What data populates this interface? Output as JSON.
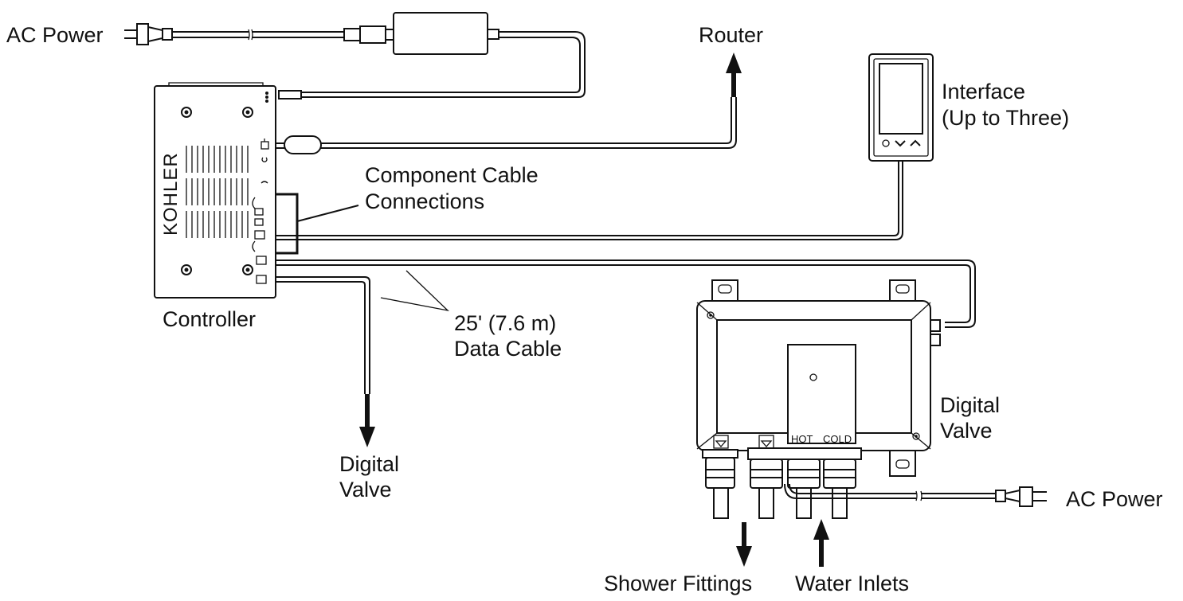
{
  "labels": {
    "ac_power_top": "AC Power",
    "router": "Router",
    "interface_line1": "Interface",
    "interface_line2": "(Up to Three)",
    "component_line1": "Component Cable",
    "component_line2": "Connections",
    "controller": "Controller",
    "data_cable_line1": "25' (7.6 m)",
    "data_cable_line2": "Data Cable",
    "digital_valve_bottom_line1": "Digital",
    "digital_valve_bottom_line2": "Valve",
    "digital_valve_right_line1": "Digital",
    "digital_valve_right_line2": "Valve",
    "ac_power_right": "AC Power",
    "shower_fittings": "Shower Fittings",
    "water_inlets": "Water Inlets",
    "brand": "KOHLER",
    "hot": "HOT",
    "cold": "COLD"
  },
  "colors": {
    "line": "#111111",
    "background": "#ffffff"
  }
}
